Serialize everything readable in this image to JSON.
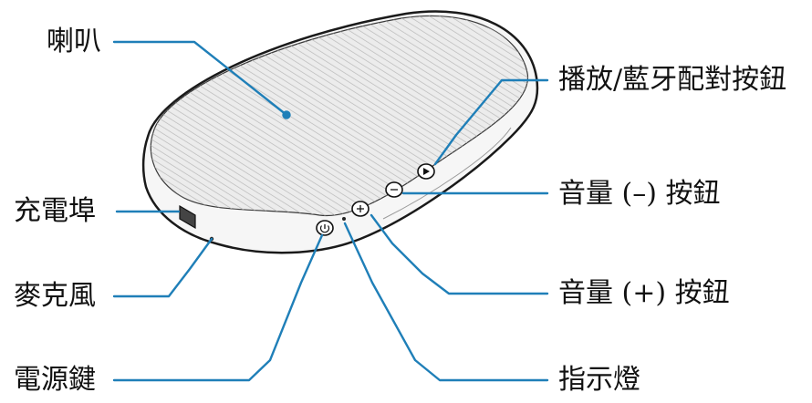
{
  "callouts": {
    "speaker": "喇叭",
    "charging_port": "充電埠",
    "microphone": "麥克風",
    "power_key": "電源鍵",
    "play_pair_button": "播放/藍牙配對按鈕",
    "volume_down_button": "音量 (–) 按鈕",
    "volume_up_button": "音量 (+) 按鈕",
    "indicator_light": "指示燈"
  },
  "colors": {
    "leader_line": "#1f7fb8",
    "text": "#111111",
    "device_outline": "#1a1a1a",
    "device_body": "#f6f6f6",
    "device_top": "#ececec"
  }
}
